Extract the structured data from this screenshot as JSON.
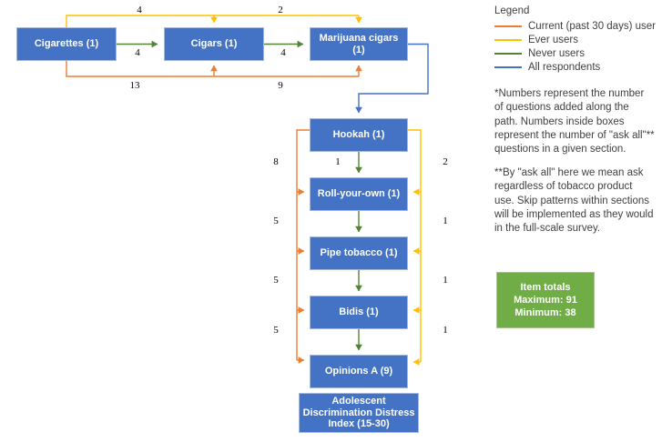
{
  "nodes": {
    "cigarettes": "Cigarettes (1)",
    "cigars": "Cigars (1)",
    "marijuana_cigars": "Marijuana cigars (1)",
    "hookah": "Hookah (1)",
    "roll_your_own": "Roll-your-own (1)",
    "pipe_tobacco": "Pipe tobacco (1)",
    "bidis": "Bidis (1)",
    "opinions_a": "Opinions A (9)",
    "adolescent_index_line1": "Adolescent",
    "adolescent_index_line2": "Discrimination Distress",
    "adolescent_index_line3": "Index (15-30)"
  },
  "edge_labels": {
    "ever_cigarettes_to_cigars": "4",
    "ever_cigarettes_to_marijuana": "2",
    "never_cigarettes_to_cigars": "4",
    "never_cigars_to_marijuana": "4",
    "current_cigarettes_to_cigars": "13",
    "current_cigarettes_to_marijuana": "9",
    "current_left_rail_1": "8",
    "current_left_rail_2": "5",
    "current_left_rail_3": "5",
    "current_left_rail_4": "5",
    "never_hookah_to_roll": "1",
    "ever_right_rail_1": "2",
    "ever_right_rail_2": "1",
    "ever_right_rail_3": "1",
    "ever_right_rail_4": "1"
  },
  "legend": {
    "title": "Legend",
    "items": [
      {
        "label": "Current (past 30 days) user",
        "color": "#ED7D31"
      },
      {
        "label": "Ever users",
        "color": "#FFC000"
      },
      {
        "label": "Never users",
        "color": "#548235"
      },
      {
        "label": "All respondents",
        "color": "#4472C4"
      }
    ]
  },
  "notes": {
    "note1": "*Numbers represent the number of questions added along the path. Numbers inside boxes represent the number of \"ask all\"** questions in a given section.",
    "note2": "**By \"ask all\" here we mean ask regardless of tobacco product use. Skip patterns within sections will be implemented as they would in the full-scale survey."
  },
  "item_totals": {
    "title": "Item totals",
    "maximum": "Maximum: 91",
    "minimum": "Minimum: 38"
  },
  "colors": {
    "node_fill": "#4472C4",
    "node_border": "#A6B8DC",
    "current": "#ED7D31",
    "ever": "#FFC000",
    "never": "#548235",
    "all": "#4472C4",
    "totals_fill": "#70AD47",
    "background": "#FFFFFF"
  }
}
